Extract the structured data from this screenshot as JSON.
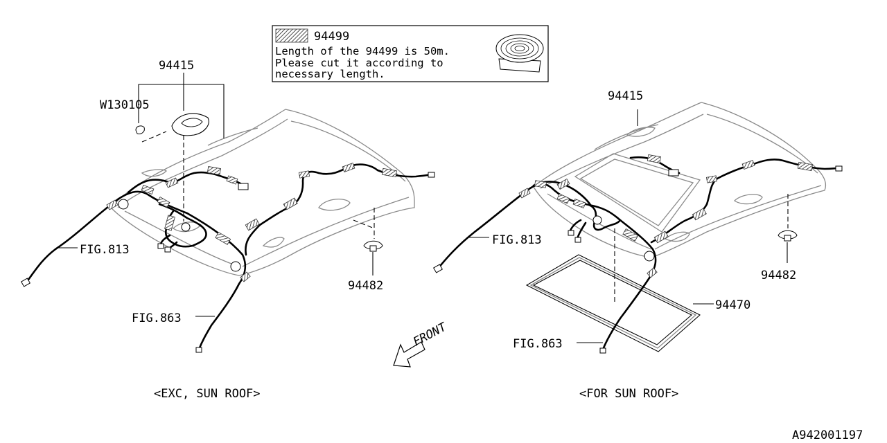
{
  "callouts": {
    "p94415_left": "94415",
    "w130105": "W130105",
    "fig813_left": "FIG.813",
    "fig863_left": "FIG.863",
    "p94482_left": "94482",
    "p94415_right": "94415",
    "fig813_right": "FIG.813",
    "p94482_right": "94482",
    "p94470": "94470",
    "fig863_right": "FIG.863"
  },
  "note_box": {
    "part": "94499",
    "line1": "Length of the 94499 is 50m.",
    "line2": "Please cut it according to",
    "line3": "necessary length."
  },
  "front_arrow": "FRONT",
  "captions": {
    "left": "<EXC, SUN ROOF>",
    "right": "<FOR SUN ROOF>"
  },
  "diagram_id": "A942001197"
}
